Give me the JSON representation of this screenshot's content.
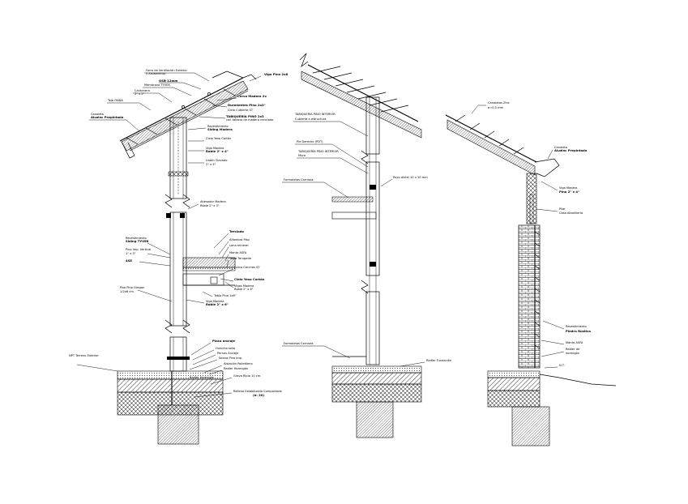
{
  "details": {
    "left": {
      "labels": {
        "ventilation_eave": "Forro de Ventilación Exterior",
        "ventilation_eave_2": "y Aislamiento",
        "osb": "OSB 12mm",
        "membrane": "Membrana TYVEK",
        "ridge_beam": "Viga Pino 2x8",
        "crossing": "Cantonera",
        "crossing_dim": "2\" x 2\"",
        "tile": "Teja ONDA",
        "gutter": "Canaleta",
        "gutter_2": "Aluzinc Prepintado",
        "cover": "Cerco Madera 2x",
        "sleepers": "Durmientes Pino 2x3\"",
        "ceiling_covering": "Cielo Cubierta ST",
        "ceiling_frame": "TABIQUERÍA PINO 2x3",
        "ceiling_note": "con tablero de madera reciclado",
        "beam_wood": "Revestimiento",
        "beam_wood_2": "Siding Madera",
        "gypsum_top": "Cielo Yeso Cartón",
        "wood_beam": "Viga Madera",
        "wood_beam_dim": "Roble 2\" x 4\"",
        "wood_fixing": "Listón Clavado",
        "wood_fixing_dim": "2\" x 4\"",
        "spacer_brace": "Atiesador Madera",
        "spacer_brace_dim": "Roble 2\" x 3\"",
        "siding": "Revestimiento",
        "siding_2": "Siding TYVEK",
        "pine_vertical": "Pino Imp. Vertical",
        "pine_vertical_dim": "1\" x 3\"",
        "ref_tag": "4SE",
        "floor_wood": "Piso Pino Oregon",
        "floor_wood_dim": "1/2x6 cm.",
        "screed": "Terciado",
        "floor_finish": "Alfombra Piso",
        "insulation": "Lana mineral",
        "membrane_floor": "Manta ASFA",
        "floor_beam": "Tabla Tarugada",
        "ceiling_board": "Cielo Yeso Cartón",
        "beam_floor": "Vigas Madera",
        "beam_floor_dim": "Roble 2\" x 6\"",
        "joist": "Tabla Pino 1x6\"",
        "wood_beam_low": "Viga Madera",
        "wood_beam_low_dim": "Roble 2\" x 6\"",
        "ceiling_covering_2": "Cerco Cerchas ST",
        "fixing_plate": "Placa anclaje",
        "seal_strip": "Huincha sello",
        "bolt": "Pernos Anclaje",
        "sill_plate": "Solera Pino Imp.",
        "dpc": "Aislación Polietileno",
        "foam_board": "Radier Hormigón",
        "gravel": "Grava Ripio 10 cm.",
        "compacted": "Relleno Estabilizado Compactado",
        "compacted_2": "(e: 20)",
        "terrain": "NPT Terreno Exterior",
        "soil_top": "Radier Hormigón"
      }
    },
    "middle": {
      "labels": {
        "wall_type": "TABIQUERÍA PINO INTERIOR",
        "wall_type_2": "Cubierta a estructura",
        "stud_wall": "Pie Derecho (PDT)",
        "partition": "TABIQUERÍA PINO INTERIOR",
        "partition_2": "Muro",
        "section_floor": "Poyo dintel 10 x 10 mm",
        "beam_left": "Formaletas Cornisas",
        "beam_left_2": "Formaletas Cornisas",
        "footing": "Radier Fundación"
      }
    },
    "right": {
      "labels": {
        "eave_band": "Canaletas Zinc",
        "eave_band_2": "e=0.5 mm",
        "gutter": "Canaleta",
        "gutter_2": "Aluzinc Prepintado",
        "post": "Viga Madera",
        "post_dim": "Pino 2\" x 4\"",
        "column": "Pilar",
        "column_2": "Casa Albañilería",
        "veneer": "Revestimiento",
        "veneer_2": "Piedra Rústica",
        "dpc": "Manta ASFA",
        "floor": "Radier de",
        "floor_2": "hormigón",
        "ground": "N.T."
      }
    }
  }
}
